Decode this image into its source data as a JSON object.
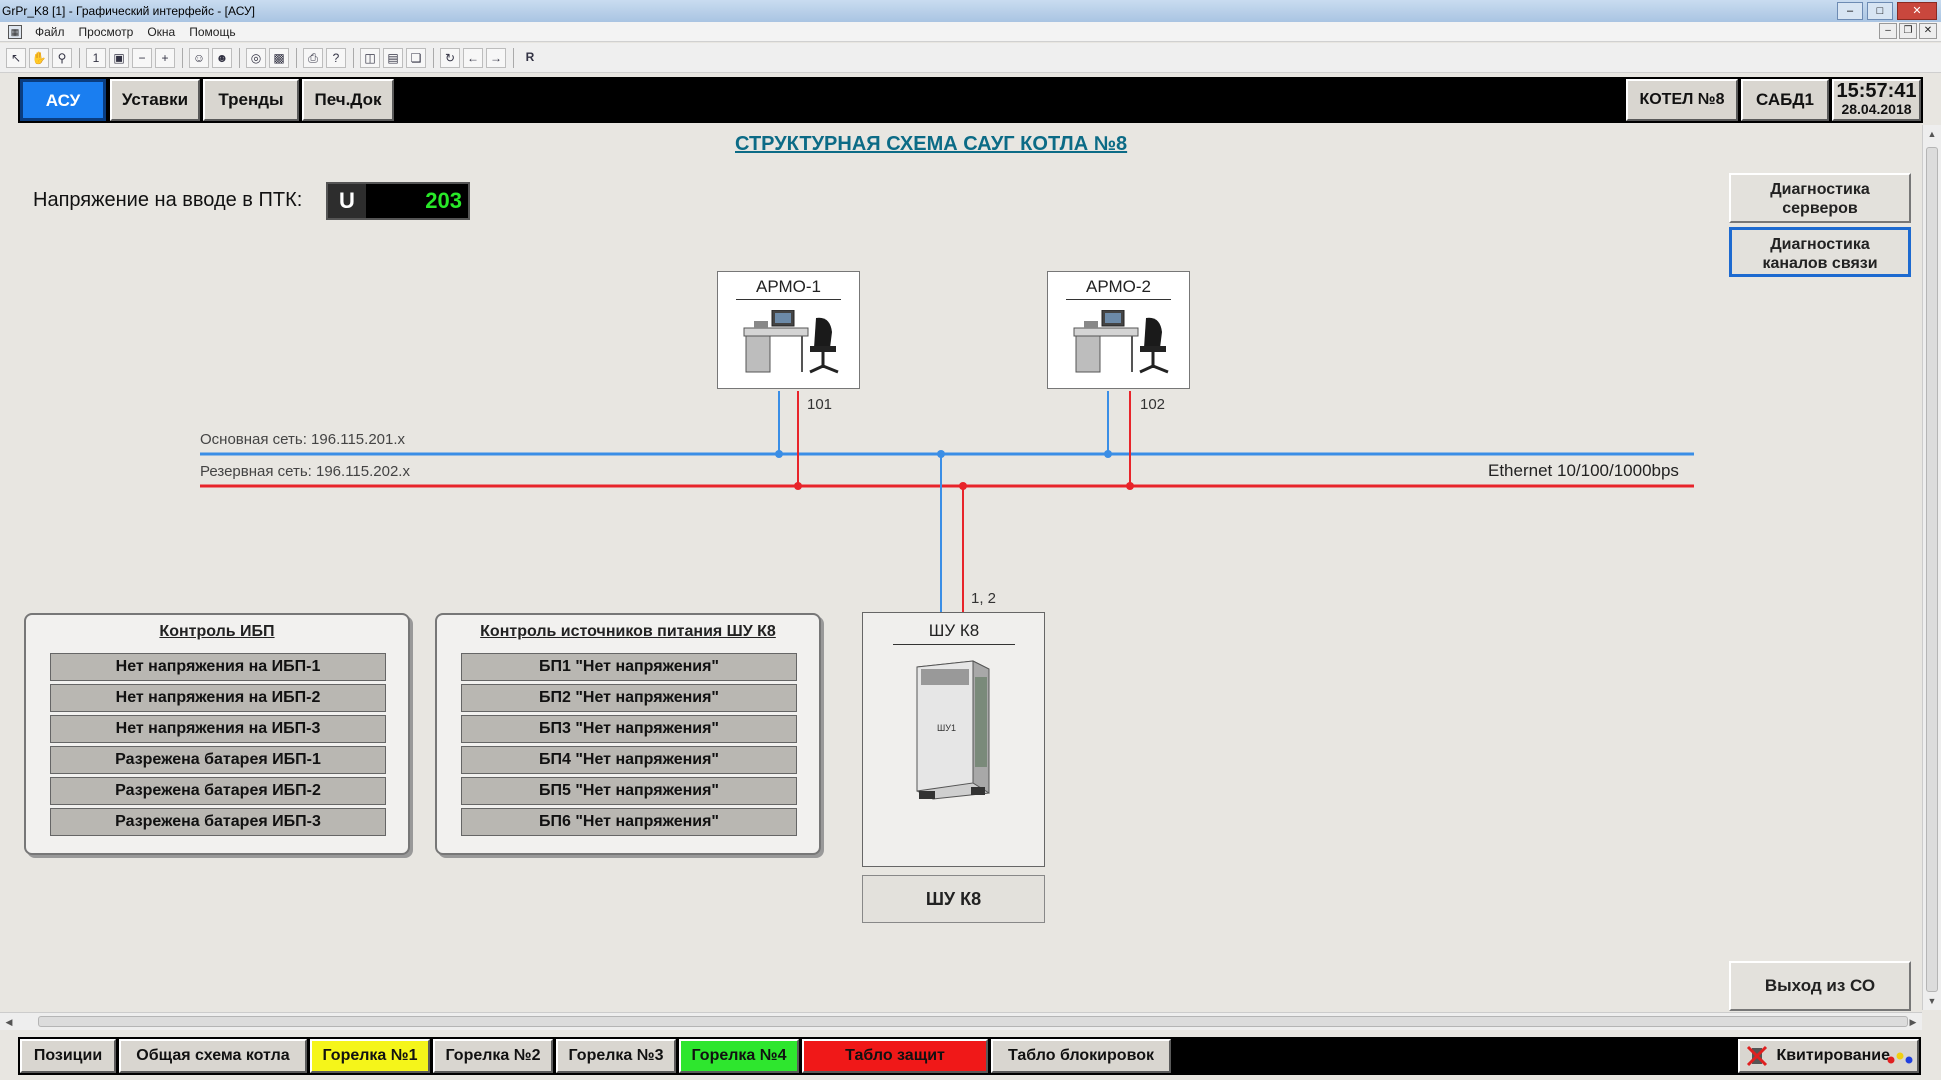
{
  "window": {
    "title": "GrPr_K8 [1] - Графический интерфейс - [АСУ]"
  },
  "menu": {
    "items": [
      "Файл",
      "Просмотр",
      "Окна",
      "Помощь"
    ]
  },
  "toolbar": {
    "r_label": "R"
  },
  "topnav": {
    "tabs": [
      "АСУ",
      "Уставки",
      "Тренды",
      "Печ.Док"
    ],
    "boiler": "КОТЕЛ №8",
    "sabd": "САБД1",
    "time": "15:57:41",
    "date": "28.04.2018"
  },
  "schema": {
    "title": "СТРУКТУРНАЯ СХЕМА САУГ КОТЛА №8",
    "voltage_label": "Напряжение на вводе в ПТК:",
    "voltage_symbol": "U",
    "voltage_value": "203"
  },
  "side_buttons": {
    "servers": [
      "Диагностика",
      "серверов"
    ],
    "channels": [
      "Диагностика",
      "каналов связи"
    ],
    "exit": "Выход из СО"
  },
  "workstations": [
    {
      "label": "АРМО-1",
      "address": "101"
    },
    {
      "label": "АРМО-2",
      "address": "102"
    }
  ],
  "network": {
    "main": "Основная сеть: 196.115.201.x",
    "reserve": "Резервная сеть: 196.115.202.x",
    "ethernet": "Ethernet 10/100/1000bps",
    "cabinet_addr": "1, 2",
    "main_color": "#3a8ee6",
    "reserve_color": "#e8242a"
  },
  "panels": {
    "ups": {
      "title": "Контроль ИБП",
      "rows": [
        "Нет напряжения на ИБП-1",
        "Нет напряжения на ИБП-2",
        "Нет напряжения на ИБП-3",
        "Разрежена батарея ИБП-1",
        "Разрежена батарея ИБП-2",
        "Разрежена батарея ИБП-3"
      ]
    },
    "power": {
      "title": "Контроль источников питания ШУ К8",
      "rows": [
        "БП1 \"Нет напряжения\"",
        "БП2 \"Нет напряжения\"",
        "БП3 \"Нет напряжения\"",
        "БП4 \"Нет напряжения\"",
        "БП5 \"Нет напряжения\"",
        "БП6 \"Нет напряжения\""
      ]
    }
  },
  "cabinet": {
    "label": "ШУ К8",
    "plate": "ШУ1",
    "button": "ШУ К8"
  },
  "bottomnav": {
    "items": [
      {
        "label": "Позиции",
        "color": "#d9d6d0"
      },
      {
        "label": "Общая схема котла",
        "color": "#d9d6d0"
      },
      {
        "label": "Горелка №1",
        "color": "#f5f51a"
      },
      {
        "label": "Горелка №2",
        "color": "#d9d6d0"
      },
      {
        "label": "Горелка №3",
        "color": "#d9d6d0"
      },
      {
        "label": "Горелка №4",
        "color": "#2ee62e"
      },
      {
        "label": "Табло защит",
        "color": "#f01818"
      },
      {
        "label": "Табло блокировок",
        "color": "#d9d6d0"
      }
    ],
    "ack": "Квитирование"
  }
}
